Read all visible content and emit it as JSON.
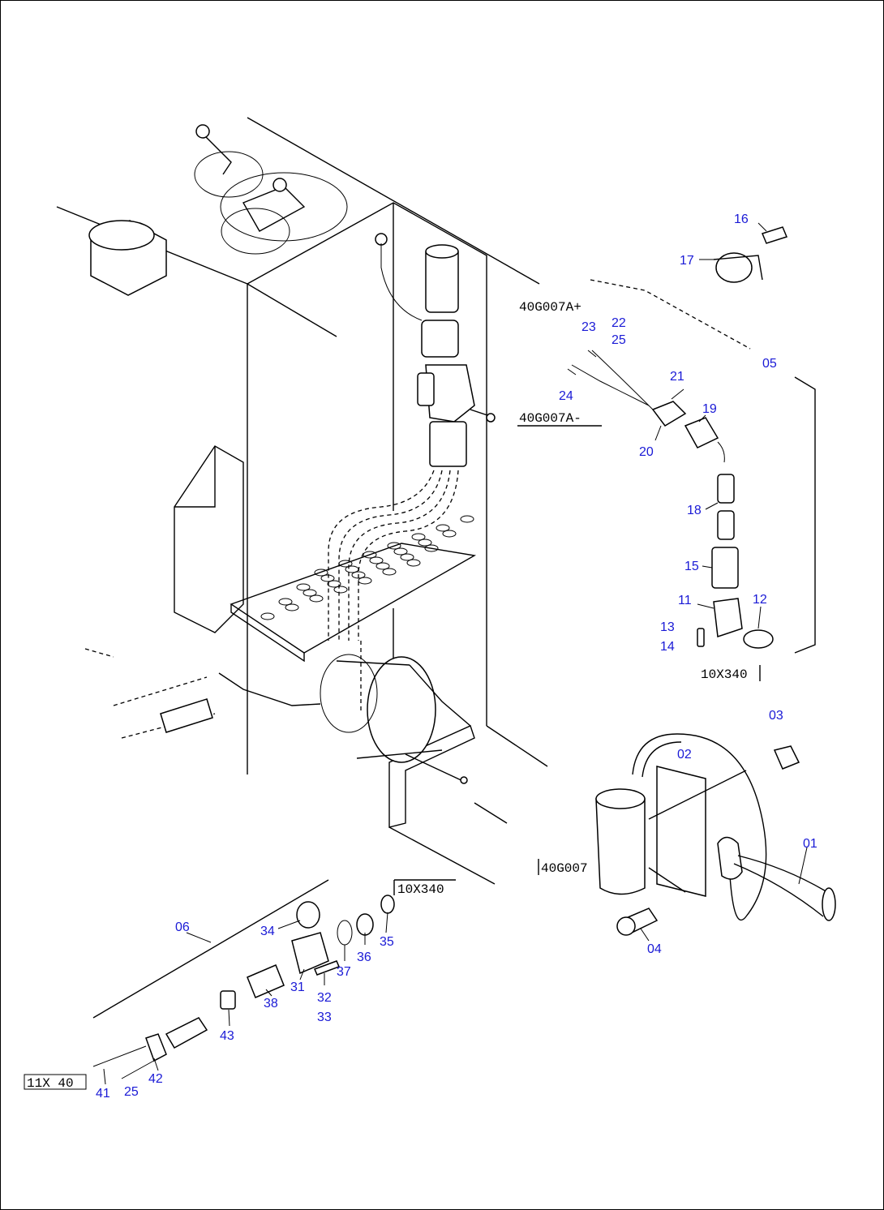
{
  "diagram": {
    "part_labels": {
      "p01": "01",
      "p02": "02",
      "p03": "03",
      "p04": "04",
      "p05": "05",
      "p06": "06",
      "p11": "11",
      "p12": "12",
      "p13": "13",
      "p14": "14",
      "p15": "15",
      "p16": "16",
      "p17": "17",
      "p18": "18",
      "p19": "19",
      "p20": "20",
      "p21": "21",
      "p22": "22",
      "p23": "23",
      "p24": "24",
      "p25a": "25",
      "p25b": "25",
      "p31": "31",
      "p32": "32",
      "p33": "33",
      "p34": "34",
      "p35": "35",
      "p36": "36",
      "p37": "37",
      "p38": "38",
      "p41": "41",
      "p42": "42",
      "p43": "43"
    },
    "reference_labels": {
      "r_40g007a_plus": "40G007A+",
      "r_40g007a_minus": "40G007A-",
      "r_10x340_right": "10X340",
      "r_40g007": "40G007",
      "r_10x340_bottom": "10X340",
      "r_11x40": "11X 40"
    },
    "colors": {
      "part_number": "#1a1ad6",
      "line": "#000000"
    }
  }
}
